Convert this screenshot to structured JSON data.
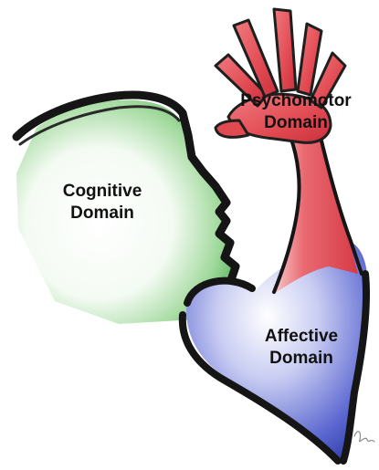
{
  "labels": {
    "psychomotor": {
      "line1": "Psychomotor",
      "line2": "Domain"
    },
    "cognitive": {
      "line1": "Cognitive",
      "line2": "Domain"
    },
    "affective": {
      "line1": "Affective",
      "line2": "Domain"
    }
  },
  "colors": {
    "cognitive": "#2e9a3c",
    "psychomotor": "#e0454e",
    "affective": "#3f4fc0",
    "outline": "#151515",
    "background": "#ffffff"
  }
}
